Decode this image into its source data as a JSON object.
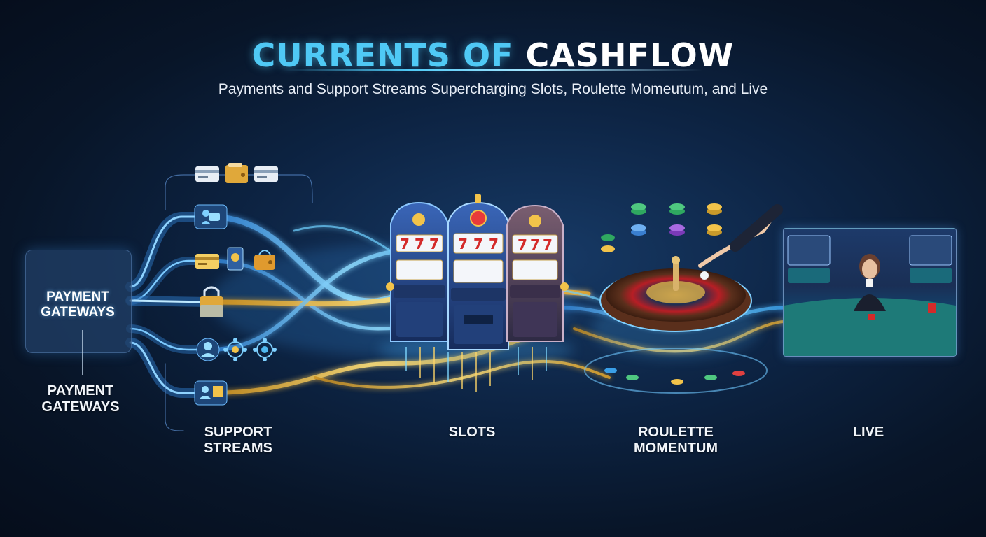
{
  "header": {
    "title_part1": "CURRENTS OF",
    "title_part2": "CASHFLOW",
    "subtitle": "Payments and Support Streams Supercharging Slots, Roulette Momeutum, and Live"
  },
  "nodes": {
    "gateway_box_label": "PAYMENT GATEWAYS",
    "gateway_label": "PAYMENT GATEWAYS",
    "support_label": "SUPPORT STREAMS",
    "slots_label": "SLOTS",
    "roulette_label": "ROULETTE MOMENTUM",
    "live_label": "LIVE"
  },
  "slot_reels": {
    "machine_left": [
      "7",
      "7",
      "7"
    ],
    "machine_center": [
      "7",
      "7",
      "7"
    ],
    "machine_right": [
      "7",
      "7",
      "7"
    ]
  },
  "icons": [
    "credit-card-icon",
    "wallet-icon",
    "bank-card-icon",
    "user-chat-icon",
    "payment-card-icon",
    "mobile-pay-icon",
    "purse-icon",
    "padlock-icon",
    "support-agent-icon",
    "network-hub-icon",
    "network-node-icon",
    "support-ticket-icon"
  ],
  "colors": {
    "title_accent": "#4fc9f5",
    "flow_blue": "#4fc4ff",
    "flow_gold": "#f3c53d",
    "background": "#0d2444"
  }
}
